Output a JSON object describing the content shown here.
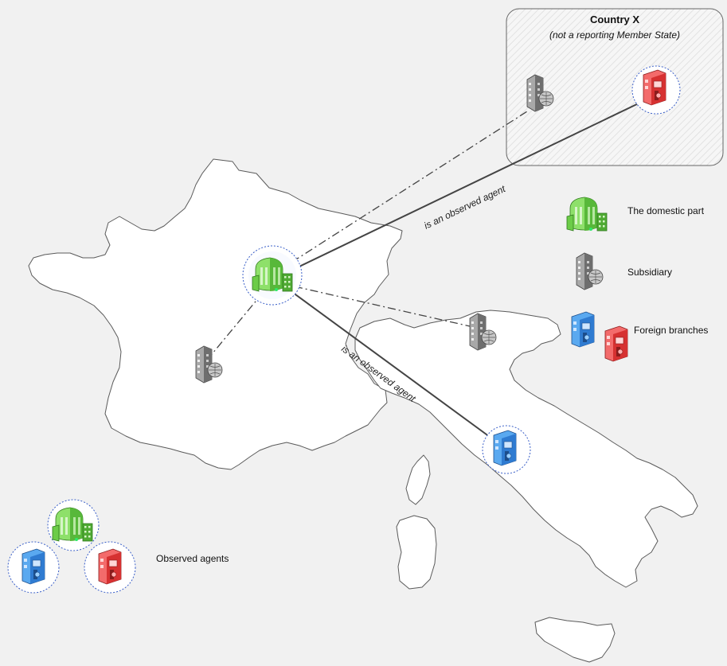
{
  "country_box": {
    "title": "Country X",
    "subtitle": "(not a reporting Member State)"
  },
  "relations": {
    "observed_agent_label": "is an observed agent"
  },
  "legend": {
    "domestic_part": "The domestic part",
    "subsidiary": "Subsidiary",
    "foreign_branches": "Foreign branches",
    "observed_agents": "Observed agents"
  },
  "colors": {
    "domestic": "#7dd35b",
    "subsidiary": "#9d9d9d",
    "branch_blue": "#3b8fe0",
    "branch_red": "#e23b3b",
    "observed_ring": "#3a5fc8"
  },
  "icons": [
    "building-domestic-icon",
    "building-subsidiary-icon",
    "building-branch-blue-icon",
    "building-branch-red-icon"
  ]
}
